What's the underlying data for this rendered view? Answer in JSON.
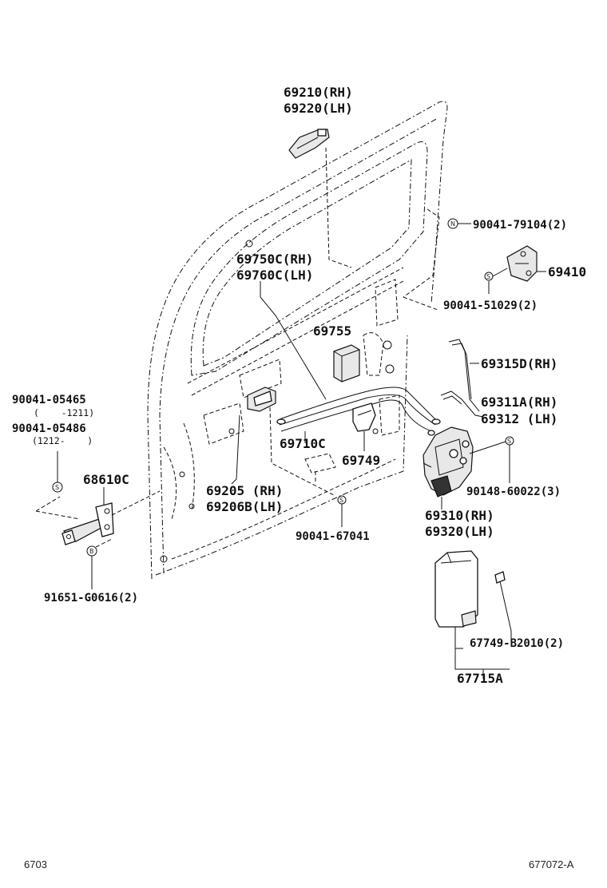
{
  "callouts": {
    "handle_outer_rh": "69210(RH)",
    "handle_outer_lh": "69220(LH)",
    "bolt_79104": "90041-79104(2)",
    "striker": "69410",
    "screw_51029": "90041-51029(2)",
    "cable_rh": "69750C(RH)",
    "cable_lh": "69760C(LH)",
    "clip_69755": "69755",
    "rod_rh": "69315D(RH)",
    "rod2_rh": "69311A(RH)",
    "rod2_lh": "69312 (LH)",
    "screw_05465": "90041-05465",
    "screw_05465_range": "(    -1211)",
    "screw_05486": "90041-05486",
    "screw_05486_range": "(1212-    )",
    "cable_69710c": "69710C",
    "clip_69749": "69749",
    "screw_60022": "90148-60022(3)",
    "checker": "68610C",
    "handle_inner_rh": "69205 (RH)",
    "handle_inner_lh": "69206B(LH)",
    "lock_rh": "69310(RH)",
    "lock_lh": "69320(LH)",
    "screw_67041": "90041-67041",
    "bolt_g0616": "91651-G0616(2)",
    "clip_b2010": "67749-B2010(2)",
    "cover": "67715A"
  },
  "symbols": {
    "n": "N",
    "s": "S",
    "b": "B"
  },
  "footer": {
    "left": "6703",
    "right": "677072-A"
  }
}
